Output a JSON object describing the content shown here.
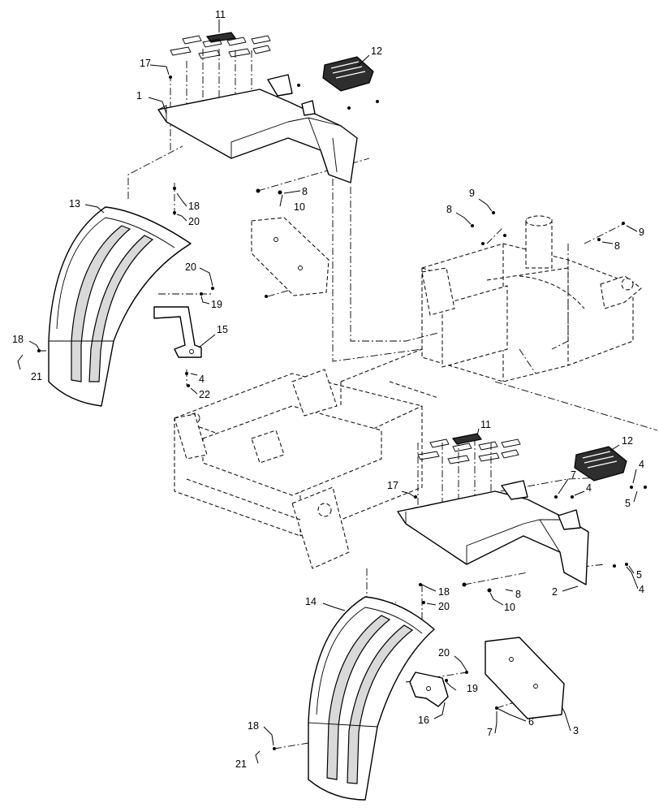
{
  "callouts": [
    {
      "id": "c11a",
      "label": "11"
    },
    {
      "id": "c12a",
      "label": "12"
    },
    {
      "id": "c17a",
      "label": "17"
    },
    {
      "id": "c1",
      "label": "1"
    },
    {
      "id": "c8a",
      "label": "8"
    },
    {
      "id": "c10a",
      "label": "10"
    },
    {
      "id": "c13",
      "label": "13"
    },
    {
      "id": "c18a",
      "label": "18"
    },
    {
      "id": "c20a",
      "label": "20"
    },
    {
      "id": "c20b",
      "label": "20"
    },
    {
      "id": "c19a",
      "label": "19"
    },
    {
      "id": "c15",
      "label": "15"
    },
    {
      "id": "c18b",
      "label": "18"
    },
    {
      "id": "c21a",
      "label": "21"
    },
    {
      "id": "c4a",
      "label": "4"
    },
    {
      "id": "c22",
      "label": "22"
    },
    {
      "id": "c9a",
      "label": "9"
    },
    {
      "id": "c8b",
      "label": "8"
    },
    {
      "id": "c8c",
      "label": "8"
    },
    {
      "id": "c9b",
      "label": "9"
    },
    {
      "id": "c11b",
      "label": "11"
    },
    {
      "id": "c12b",
      "label": "12"
    },
    {
      "id": "c17b",
      "label": "17"
    },
    {
      "id": "c7a",
      "label": "7"
    },
    {
      "id": "c4b",
      "label": "4"
    },
    {
      "id": "c4c",
      "label": "4"
    },
    {
      "id": "c5a",
      "label": "5"
    },
    {
      "id": "c5b",
      "label": "5"
    },
    {
      "id": "c4d",
      "label": "4"
    },
    {
      "id": "c2",
      "label": "2"
    },
    {
      "id": "c8d",
      "label": "8"
    },
    {
      "id": "c18c",
      "label": "18"
    },
    {
      "id": "c20c",
      "label": "20"
    },
    {
      "id": "c10b",
      "label": "10"
    },
    {
      "id": "c14",
      "label": "14"
    },
    {
      "id": "c20d",
      "label": "20"
    },
    {
      "id": "c19b",
      "label": "19"
    },
    {
      "id": "c16",
      "label": "16"
    },
    {
      "id": "c6",
      "label": "6"
    },
    {
      "id": "c7b",
      "label": "7"
    },
    {
      "id": "c3",
      "label": "3"
    },
    {
      "id": "c18d",
      "label": "18"
    },
    {
      "id": "c21b",
      "label": "21"
    }
  ]
}
